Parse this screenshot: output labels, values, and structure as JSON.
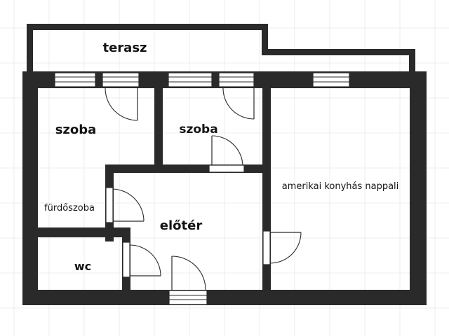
{
  "rooms": {
    "terrace": "terasz",
    "room_left": "szoba",
    "room_middle": "szoba",
    "living": "amerikai konyhás nappali",
    "bathroom": "fürdőszoba",
    "hall": "előtér",
    "wc": "wc"
  },
  "colors": {
    "wall": "#2a2a2a",
    "background": "#ffffff",
    "grid": "#ececec",
    "label": "#141414"
  }
}
